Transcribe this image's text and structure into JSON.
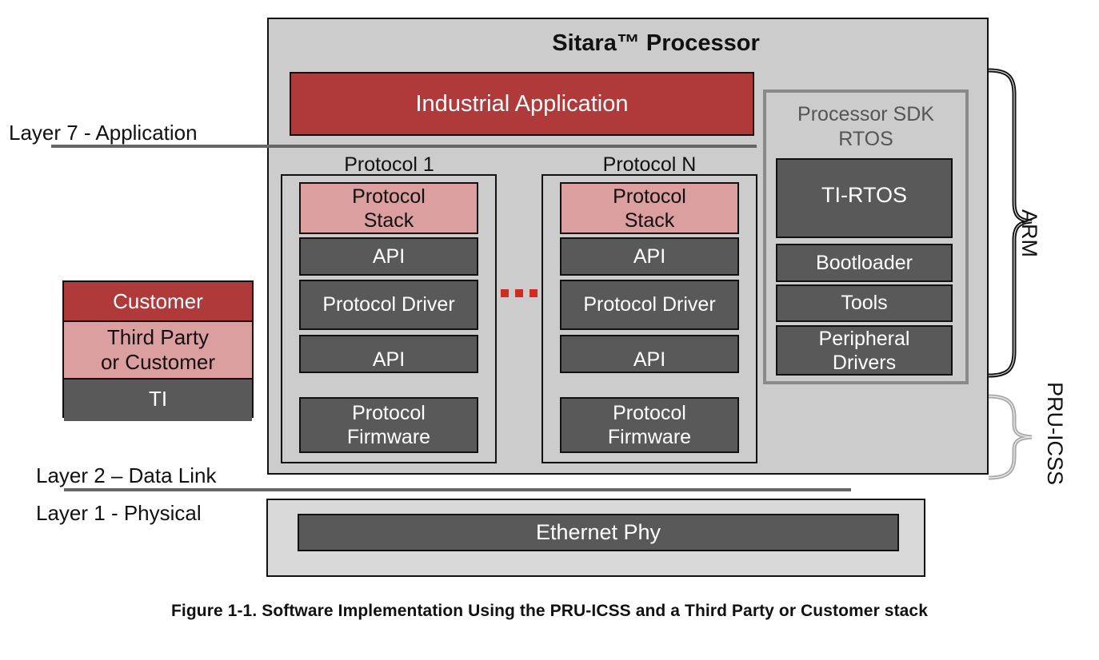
{
  "diagram": {
    "processor_title": "Sitara™ Processor",
    "industrial_application": "Industrial Application",
    "layers": {
      "layer7": "Layer 7 - Application",
      "layer2": "Layer 2 – Data Link",
      "layer1": "Layer 1 - Physical"
    },
    "protocols": [
      {
        "title": "Protocol 1",
        "blocks": [
          {
            "label": "Protocol\nStack",
            "kind": "third-party"
          },
          {
            "label": "API",
            "kind": "ti"
          },
          {
            "label": "Protocol Driver",
            "kind": "ti"
          },
          {
            "label": "API",
            "kind": "ti"
          },
          {
            "label": "Protocol\nFirmware",
            "kind": "ti"
          }
        ]
      },
      {
        "title": "Protocol N",
        "blocks": [
          {
            "label": "Protocol\nStack",
            "kind": "third-party"
          },
          {
            "label": "API",
            "kind": "ti"
          },
          {
            "label": "Protocol Driver",
            "kind": "ti"
          },
          {
            "label": "API",
            "kind": "ti"
          },
          {
            "label": "Protocol\nFirmware",
            "kind": "ti"
          }
        ]
      }
    ],
    "ellipsis": "...",
    "sdk": {
      "title_line1": "Processor SDK",
      "title_line2": "RTOS",
      "blocks": [
        "TI-RTOS",
        "Bootloader",
        "Tools",
        "Peripheral\nDrivers"
      ]
    },
    "braces": {
      "arm": "ARM",
      "pru": "PRU-ICSS"
    },
    "ethernet_phy": "Ethernet Phy",
    "legend": [
      {
        "label": "Customer",
        "color": "#b03a3a",
        "text_color": "#ffffff"
      },
      {
        "label": "Third Party\nor Customer",
        "color": "#dc9f9f",
        "text_color": "#111111"
      },
      {
        "label": "TI",
        "color": "#595959",
        "text_color": "#ffffff"
      }
    ],
    "caption": "Figure 1-1. Software Implementation Using the PRU-ICSS and a Third Party or Customer stack"
  },
  "colors": {
    "customer": "#b03a3a",
    "third_party": "#dc9f9f",
    "ti": "#595959",
    "processor_bg": "#cccccc",
    "dots": "#d42a20"
  }
}
